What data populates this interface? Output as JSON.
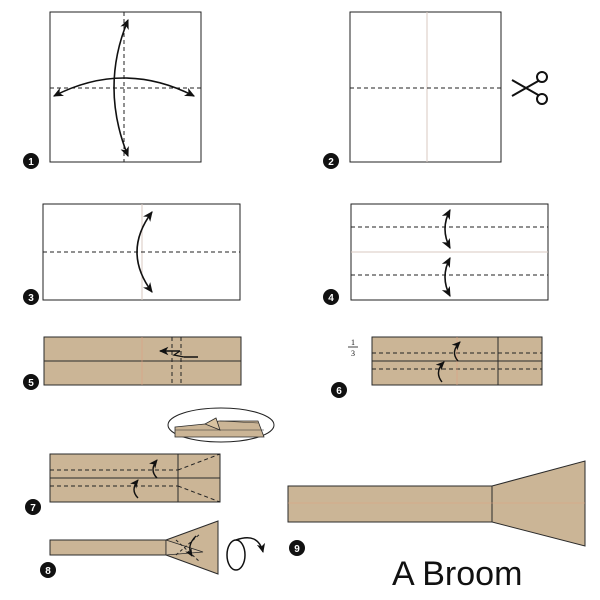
{
  "title": "A Broom",
  "steps": [
    "1",
    "2",
    "3",
    "4",
    "5",
    "6",
    "7",
    "8",
    "9"
  ],
  "fraction": {
    "numerator": "1",
    "denominator": "3"
  },
  "colors": {
    "paper": "#cbb596",
    "paper_edge": "#2a2a2a",
    "crease": "#d8c8c0",
    "arrow": "#111111"
  },
  "icons": [
    "scissors-icon",
    "fold-arrow-icon",
    "valley-fold-line",
    "turn-over-icon",
    "zoom-inset"
  ]
}
